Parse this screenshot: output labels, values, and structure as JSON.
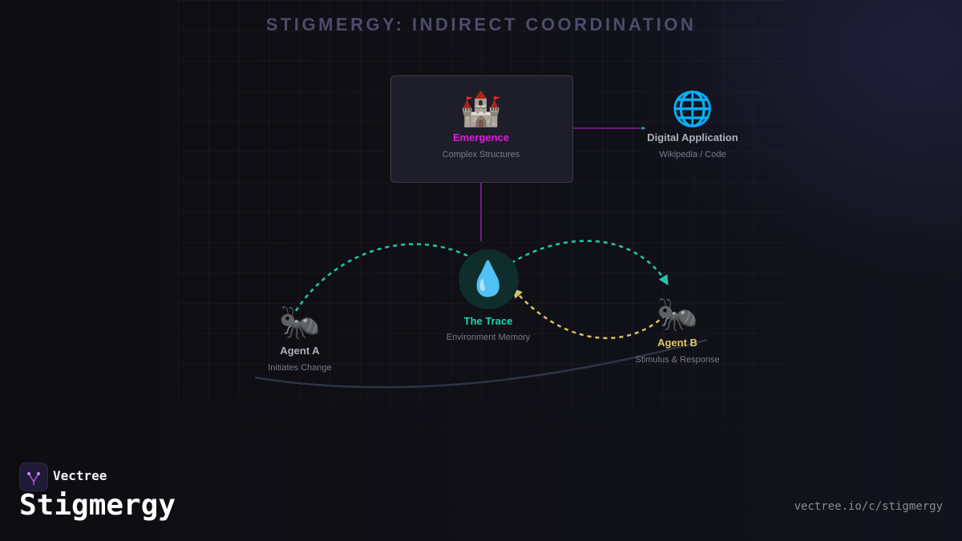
{
  "title": "STIGMERGY: INDIRECT COORDINATION",
  "nodes": {
    "emergence": {
      "emoji": "🏰",
      "label": "Emergence",
      "sub": "Complex Structures",
      "color": "#e21be0"
    },
    "digital": {
      "emoji": "🌐",
      "label": "Digital Application",
      "sub": "Wikipedia / Code",
      "color": "#b0b0bc"
    },
    "trace": {
      "emoji": "💧",
      "label": "The Trace",
      "sub": "Environment Memory",
      "color": "#1fd6b0"
    },
    "agent_a": {
      "emoji": "🐜",
      "label": "Agent A",
      "sub": "Initiates Change",
      "color": "#b0b0bc"
    },
    "agent_b": {
      "emoji": "🐜",
      "label": "Agent B",
      "sub": "Stimulus & Response",
      "color": "#e6c860"
    }
  },
  "colors": {
    "teal": "#1fc9a8",
    "gold": "#d8c25c",
    "magenta": "#9c1fa8"
  },
  "footer": {
    "brand": "Vectree",
    "title": "Stigmergy",
    "url": "vectree.io/c/stigmergy"
  }
}
